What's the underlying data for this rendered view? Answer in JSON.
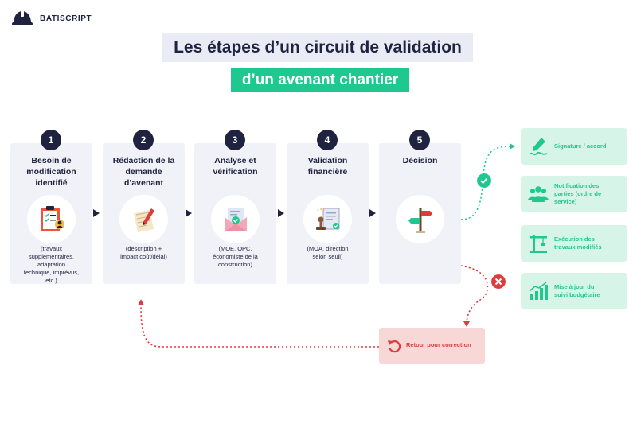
{
  "brand": {
    "name": "BATISCRIPT"
  },
  "title": {
    "line1": "Les étapes d’un circuit de validation",
    "line2": "d’un avenant chantier"
  },
  "steps": [
    {
      "num": "1",
      "title": "Besoin de\nmodification\nidentifié",
      "desc": "(travaux\nsupplémentaires,\nadaptation\ntechnique, imprévus,\netc.)",
      "icon": "clipboard-checklist-icon"
    },
    {
      "num": "2",
      "title": "Rédaction de la\ndemande\nd’avenant",
      "desc": "(description +\nimpact coût/délai)",
      "icon": "document-pen-icon"
    },
    {
      "num": "3",
      "title": "Analyse et\nvérification",
      "desc": "(MOE, OPC,\néconomiste de la\nconstruction)",
      "icon": "envelope-check-icon"
    },
    {
      "num": "4",
      "title": "Validation\nfinancière",
      "desc": "(MOA, direction\nselon seuil)",
      "icon": "stamp-document-icon"
    },
    {
      "num": "5",
      "title": "Décision",
      "desc": "",
      "icon": "signpost-icon"
    }
  ],
  "outcomes": [
    {
      "label": "Signature / accord",
      "icon": "signature-icon"
    },
    {
      "label": "Notification des\nparties (ordre de\nservice)",
      "icon": "people-icon"
    },
    {
      "label": "Exécution des\ntravaux modifiés",
      "icon": "crane-icon"
    },
    {
      "label": "Mise à jour du\nsuivi budgétaire",
      "icon": "growth-chart-icon"
    }
  ],
  "retour": {
    "label": "Retour pour correction",
    "icon": "undo-arrow-icon"
  },
  "colors": {
    "navy": "#1f2340",
    "green": "#1fc88e",
    "green_light": "#d6f5e8",
    "red": "#e03b3b",
    "red_light": "#f8d7d7",
    "card": "#f1f2f7",
    "title_bg": "#e9ebf5"
  }
}
